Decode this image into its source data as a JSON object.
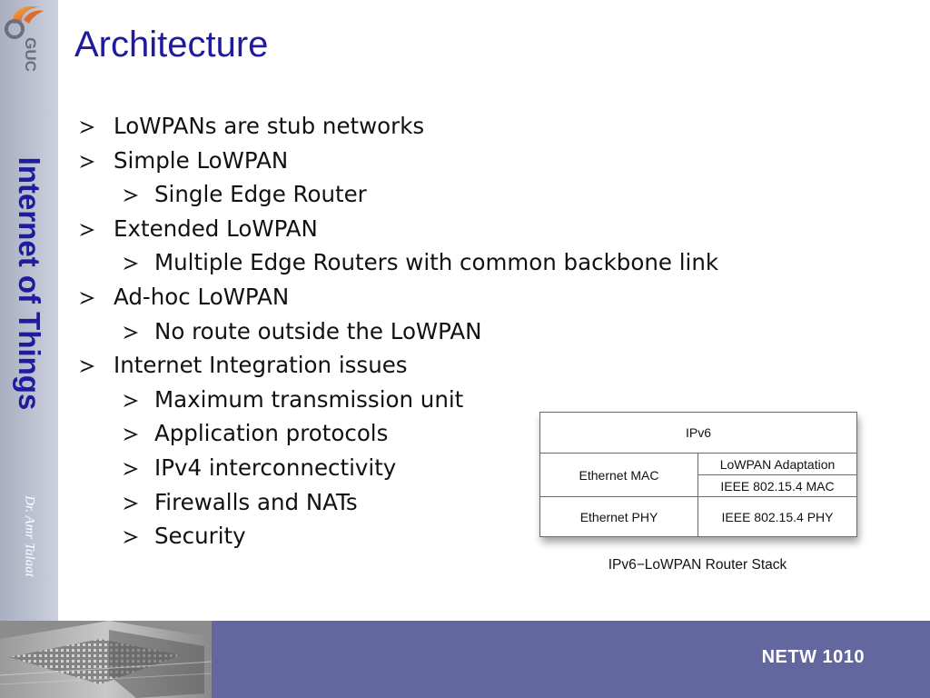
{
  "slide": {
    "title": "Architecture",
    "sidebar_title": "Internet of Things",
    "author": "Dr. Amr Talaat",
    "logo_text": "GUC",
    "course_code": "NETW 1010"
  },
  "colors": {
    "accent": "#1f1a9e",
    "footer": "#6367a0",
    "sidebar": "#bcc1d0"
  },
  "bullets": [
    {
      "level": 1,
      "text": "LoWPANs are stub networks"
    },
    {
      "level": 1,
      "text": "Simple LoWPAN"
    },
    {
      "level": 2,
      "text": "Single Edge Router"
    },
    {
      "level": 1,
      "text": "Extended LoWPAN"
    },
    {
      "level": 2,
      "text": "Multiple Edge Routers with common backbone link"
    },
    {
      "level": 1,
      "text": "Ad-hoc LoWPAN"
    },
    {
      "level": 2,
      "text": "No route outside the LoWPAN"
    },
    {
      "level": 1,
      "text": "Internet Integration issues"
    },
    {
      "level": 2,
      "text": "Maximum transmission unit"
    },
    {
      "level": 2,
      "text": "Application protocols"
    },
    {
      "level": 2,
      "text": "IPv4 interconnectivity"
    },
    {
      "level": 2,
      "text": "Firewalls and NATs"
    },
    {
      "level": 2,
      "text": "Security"
    }
  ],
  "stack": {
    "top": "IPv6",
    "left_upper": "Ethernet MAC",
    "left_lower": "Ethernet PHY",
    "right_1": "LoWPAN Adaptation",
    "right_2": "IEEE 802.15.4 MAC",
    "right_3": "IEEE 802.15.4 PHY",
    "caption": "IPv6−LoWPAN Router Stack"
  }
}
